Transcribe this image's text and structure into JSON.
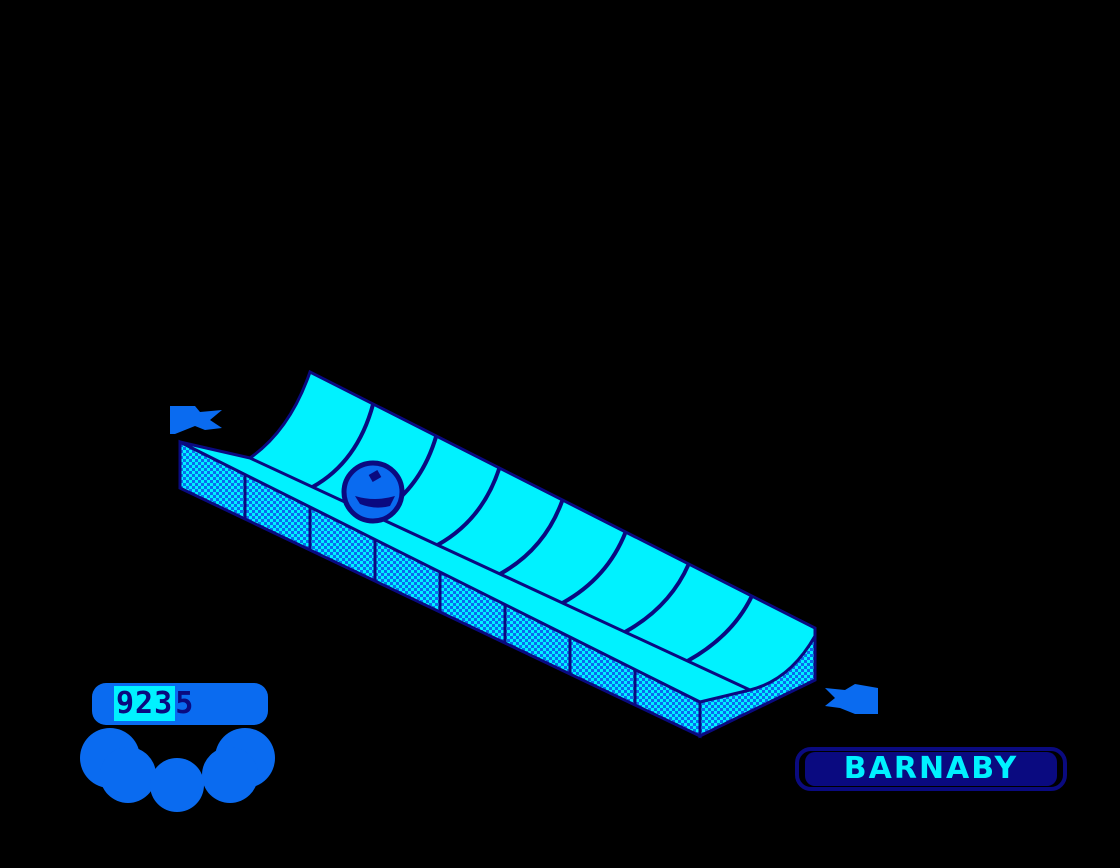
{
  "hud": {
    "score_lit": "923",
    "score_dim": "5",
    "lives_remaining": 5,
    "player_name": "BARNABY"
  },
  "colors": {
    "background": "#000000",
    "cyan": "#00f2ff",
    "blue": "#0a6bf0",
    "navy": "#0a0a80"
  },
  "icons": {
    "exit_left": "arrow-left-icon",
    "exit_right": "arrow-right-icon",
    "player": "ball-icon"
  }
}
